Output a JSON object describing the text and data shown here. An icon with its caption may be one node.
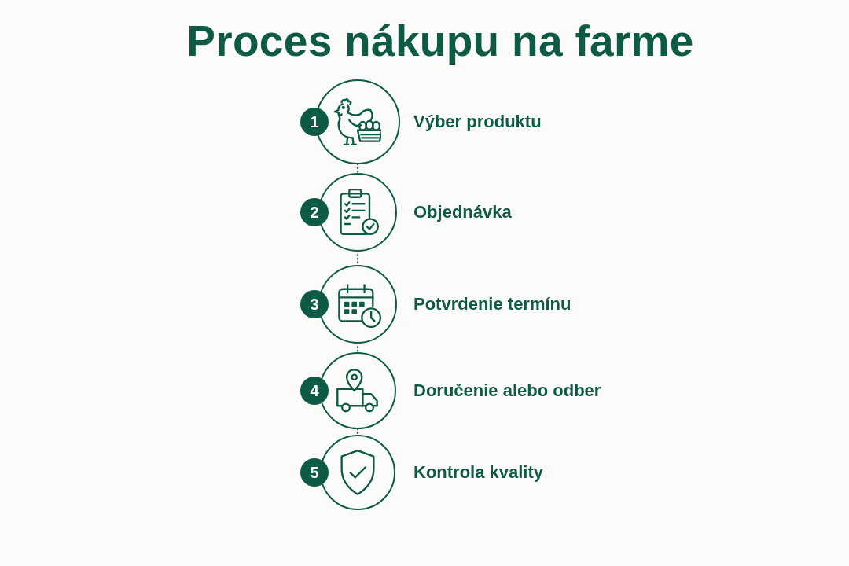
{
  "diagram": {
    "title": "Proces nákupu na farme",
    "nodes": [
      {
        "text": [
          "1",
          "Výber produktu"
        ]
      },
      {
        "text": [
          "2",
          "Objednávka"
        ]
      },
      {
        "text": [
          "3",
          "Potvrdenie termínu"
        ]
      },
      {
        "text": [
          "4",
          "Doručenie alebo odber"
        ]
      },
      {
        "text": [
          "5",
          "Kontrola kvality"
        ]
      }
    ],
    "edges": [
      {
        "from": 0,
        "to": 1,
        "arrow": "none",
        "style": "dashed"
      },
      {
        "from": 1,
        "to": 2,
        "arrow": "none",
        "style": "dashed"
      },
      {
        "from": 2,
        "to": 3,
        "arrow": "none",
        "style": "dashed"
      },
      {
        "from": 3,
        "to": 4,
        "arrow": "none",
        "style": "dashed"
      }
    ]
  }
}
